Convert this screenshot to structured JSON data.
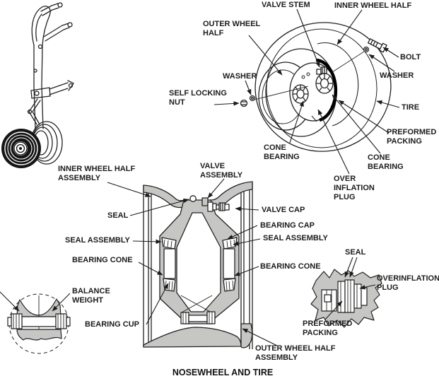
{
  "figure": {
    "caption": "NOSEWHEEL AND TIRE"
  },
  "labels": {
    "valve_stem": "VALVE STEM",
    "inner_wheel_half": "INNER WHEEL HALF",
    "outer_wheel_half": "OUTER WHEEL\nHALF",
    "washer_left": "WASHER",
    "self_locking_nut": "SELF LOCKING\nNUT",
    "bolt": "BOLT",
    "washer_right": "WASHER",
    "tire": "TIRE",
    "preformed_packing_top": "PREFORMED\nPACKING",
    "cone_bearing_left": "CONE\nBEARING",
    "cone_bearing_right": "CONE\nBEARING",
    "over_inflation_plug": "OVER\nINFLATION\nPLUG",
    "valve_assembly": "VALVE\nASSEMBLY",
    "inner_wheel_half_assembly": "INNER WHEEL HALF\nASSEMBLY",
    "seal_top": "SEAL",
    "valve_cap": "VALVE CAP",
    "bearing_cap": "BEARING CAP",
    "seal_assembly_left": "SEAL ASSEMBLY",
    "seal_assembly_right": "SEAL ASSEMBLY",
    "bearing_cone_left": "BEARING CONE",
    "bearing_cone_right": "BEARING CONE",
    "balance_weight": "BALANCE\nWEIGHT",
    "bearing_cup": "BEARING CUP",
    "seal_inset": "SEAL",
    "overinflation_plug_inset": "OVERINFLATION\nPLUG",
    "preformed_packing_bottom": "PREFORMED\nPACKING",
    "outer_wheel_half_assembly": "OUTER WHEEL HALF\nASSEMBLY"
  },
  "colors": {
    "line": "#1c1c1c",
    "part_fill_gray": "#c6c7c5",
    "packing_ring": "#000000",
    "background": "#ffffff"
  }
}
